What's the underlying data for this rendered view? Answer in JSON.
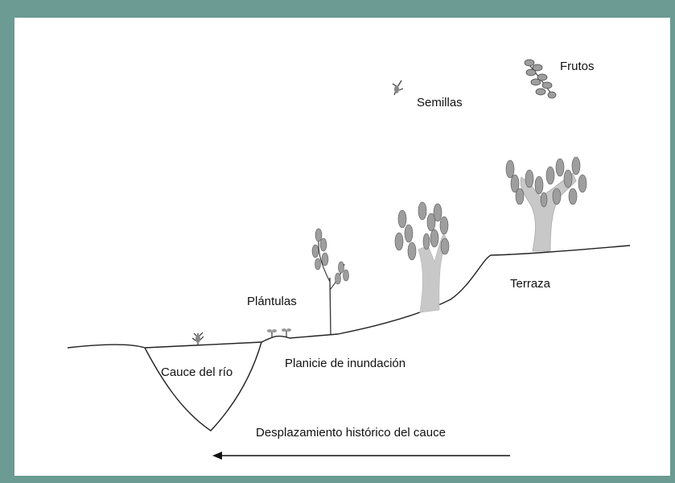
{
  "labels": {
    "frutos": "Frutos",
    "semillas": "Semillas",
    "plantulas": "Plántulas",
    "terraza": "Terraza",
    "cauce": "Cauce del río",
    "planicie": "Planicie de inundación",
    "desplazamiento": "Desplazamiento histórico del cauce"
  },
  "colors": {
    "border": "#6b9b92",
    "trunk": "#c8c8c8",
    "foliage": "#9e9e9e",
    "line": "#222222"
  },
  "icons": [
    "fruit-cluster-icon",
    "seed-icon",
    "seedling-icon",
    "sapling-icon",
    "young-tree-icon",
    "mature-tree-icon",
    "arrow-left-icon"
  ]
}
